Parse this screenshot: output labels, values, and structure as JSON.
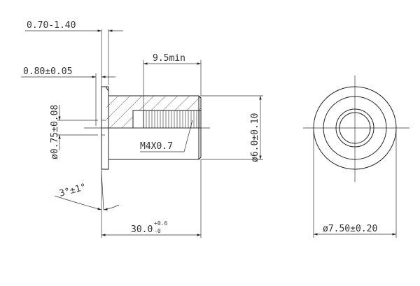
{
  "dimensions": {
    "flange_gap": "0.70-1.40",
    "flange_thickness": "0.80±0.05",
    "thread_depth": "9.5min",
    "hole_diameter": "ø0.75±0.08",
    "thread": "M4X0.7",
    "body_diameter": "ø6.0±0.10",
    "angle": "3°±1°",
    "length_base": "30.0",
    "length_tol_upper": "+0.6",
    "length_tol_lower": "-0",
    "flange_diameter": "ø7.50±0.20"
  },
  "colors": {
    "line": "#222222",
    "background": "#ffffff"
  }
}
